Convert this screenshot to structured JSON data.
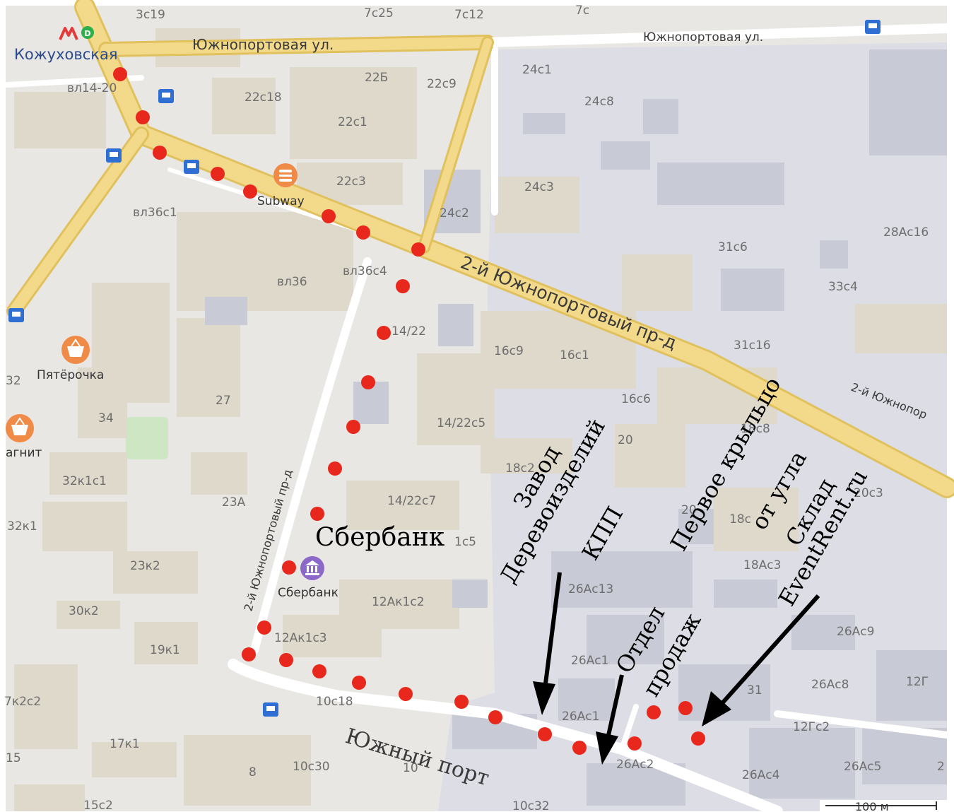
{
  "colors": {
    "background": "#e9e7e3",
    "building": "#dcd6c9",
    "building_gray": "#c9ccd6",
    "industrial": "#d6d8e2",
    "main_road": "#f3d98a",
    "road_edge": "#e0c15e",
    "minor_road": "#ffffff",
    "route_dot": "#e8281c",
    "arrow": "#000000",
    "metro": "#e33b3b",
    "mcd": "#2db04b",
    "bus_stop": "#2f6fd4",
    "shop": "#f08a47",
    "bank": "#8c69c9"
  },
  "metro": {
    "name": "Кожуховская",
    "metro_icon": "metro-m-icon",
    "mcd_icon": "mcd-d-icon"
  },
  "streets": {
    "yuzhnoportovaya_left": "Южнопортовая ул.",
    "yuzhnoportovaya_right": "Южнопортовая ул.",
    "proezd_2": "2-й Южнопортовый пр-д",
    "proezd_2_right": "2-й Южнопор",
    "proezd_2_vertical": "2-й Южнопортовый пр-д",
    "yuzhny_port": "Южный порт"
  },
  "pois": {
    "subway": "Subway",
    "pyaterochka": "Пятёрочка",
    "magnit": "агнит",
    "sberbank_small": "Сбербанк",
    "shop_icon": "basket-icon",
    "food_icon": "food-icon",
    "bank_icon": "bank-icon",
    "bus_icon": "bus-stop-icon"
  },
  "annotations": {
    "sberbank": "Сбербанк",
    "zavod_1": "Завод",
    "zavod_2": "Деревоизделий",
    "zavod_3": "КПП",
    "otdel_1": "Отдел",
    "otdel_2": "продаж",
    "kryltso_1": "Первое крыльцо",
    "kryltso_2": "от угла",
    "kryltso_3": "Склад",
    "kryltso_4": "EventRent.ru"
  },
  "scale": {
    "label": "100 м"
  },
  "building_labels": {
    "b3c19": "3с19",
    "b7c25": "7с25",
    "b7c12": "7с12",
    "b7c": "7с",
    "vl14_20": "вл14-20",
    "b22b": "22Б",
    "b22c9": "22с9",
    "b22c18": "22с18",
    "b22c1": "22с1",
    "b22c3": "22с3",
    "b24c1": "24с1",
    "b24c8": "24с8",
    "b24c3": "24с3",
    "b24c2": "24с2",
    "vl36c1": "вл36с1",
    "vl36c4": "вл36с4",
    "vl36": "вл36",
    "b28Ac16": "28Ас16",
    "b31c6": "31с6",
    "b33c4": "33с4",
    "b31c16": "31с16",
    "b14_22": "14/22",
    "b16c9": "16с9",
    "b16c1": "16с1",
    "b16c6": "16с6",
    "b14_22c5": "14/22с5",
    "b20": "20",
    "b18c8": "18с8",
    "b18c2": "18с2",
    "b14_22c7": "14/22с7",
    "b20b": "20",
    "b18c": "18с",
    "b20c3": "20с3",
    "b18Ac3": "18Ас3",
    "bc5": "1с5",
    "b26Ac13": "26Ас13",
    "b12Ak1c2": "12Ак1с2",
    "b12Ak1c3": "12Ак1с3",
    "b26Ac9": "26Ас9",
    "b26Ac1x": "26Ас1",
    "b26Ac8": "26Ас8",
    "b12G": "12Г",
    "b31": "31",
    "b10c18": "10с18",
    "b26Ac1": "26Ас1",
    "b12Gc2": "12Гс2",
    "b26Ac2": "26Ас2",
    "b26Ac4": "26Ас4",
    "b26Ac5": "26Ас5",
    "b2": "2",
    "b32": "32",
    "b27": "27",
    "b34": "34",
    "b32k1c1": "32к1с1",
    "b23A": "23А",
    "b32k1": "32к1",
    "b23k2": "23к2",
    "b30k2": "30к2",
    "b19k1": "19к1",
    "b7k2c2": "7к2с2",
    "b17k1": "17к1",
    "b15": "15",
    "b8": "8",
    "b10c30": "10с30",
    "b10": "10",
    "b15c2": "15с2",
    "b10c32": "10с32"
  }
}
